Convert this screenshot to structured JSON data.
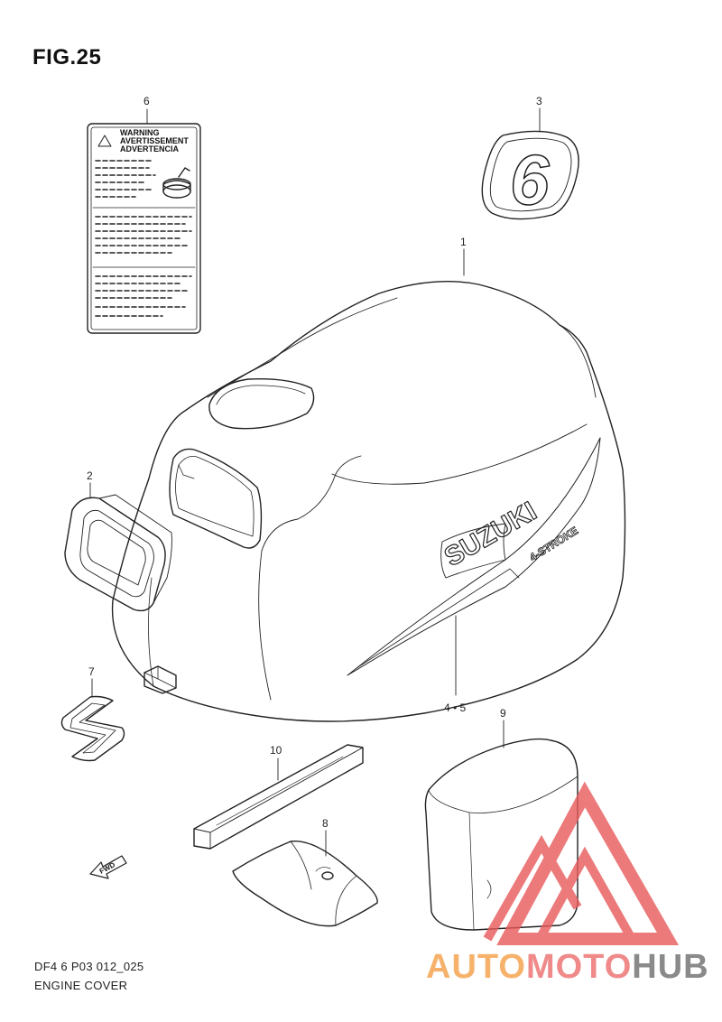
{
  "figure": {
    "title": "FIG.25"
  },
  "footer": {
    "code": "DF4 6 P03 012_025",
    "name": "ENGINE COVER"
  },
  "labels": {
    "warning": [
      "WARNING",
      "AVERTISSEMENT",
      "ADVERTENCIA"
    ],
    "digit": "6",
    "brand": "SUZUKI",
    "model": "4-STROKE",
    "fwd": "FWD"
  },
  "callouts": {
    "c1": "1",
    "c2": "2",
    "c3": "3",
    "c45": "4 • 5",
    "c6": "6",
    "c7": "7",
    "c8": "8",
    "c9": "9",
    "c10": "10"
  },
  "watermark": {
    "part1": "AUTO",
    "part2": "MOTO",
    "part3": "HUB"
  },
  "colors": {
    "line": "#222222",
    "watermark_red": "#e85a5a",
    "watermark_orange": "#f6b26b",
    "watermark_gray": "#8a8a8a"
  }
}
